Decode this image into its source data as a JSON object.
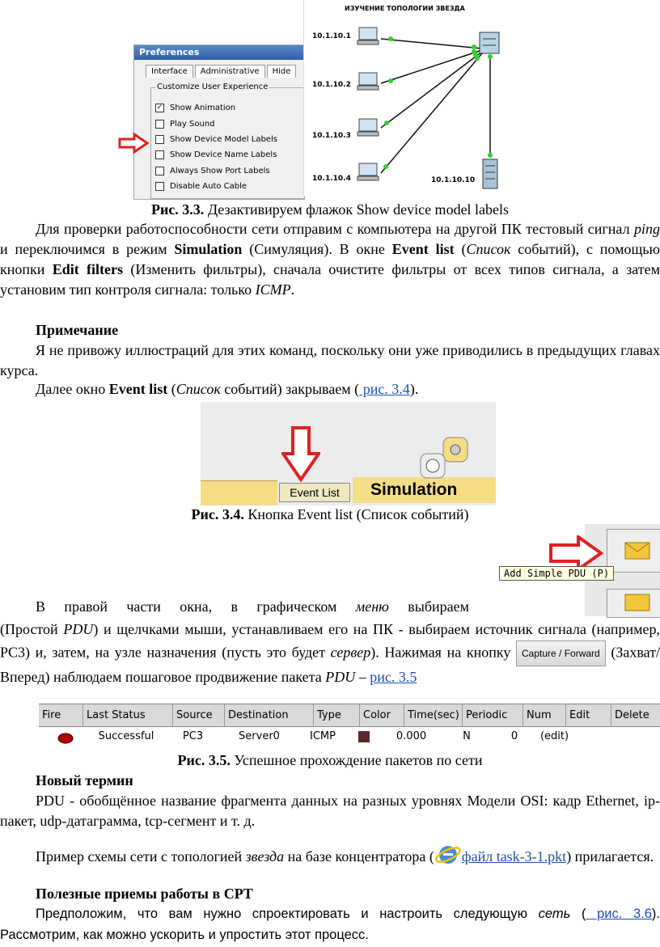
{
  "prefs": {
    "title": "Preferences",
    "tabs": [
      "Interface",
      "Administrative",
      "Hide"
    ],
    "group_label": "Customize User Experience",
    "options": [
      {
        "label": "Show Animation",
        "checked": true
      },
      {
        "label": "Play Sound",
        "checked": false
      },
      {
        "label": "Show Device Model Labels",
        "checked": false
      },
      {
        "label": "Show Device Name Labels",
        "checked": false
      },
      {
        "label": "Always Show Port Labels",
        "checked": false
      },
      {
        "label": "Disable Auto Cable",
        "checked": false
      }
    ]
  },
  "topology": {
    "title": "ИЗУЧЕНИЕ ТОПОЛОГИИ ЗВЕЗДА",
    "ips": [
      "10.1.10.1",
      "10.1.10.2",
      "10.1.10.3",
      "10.1.10.4",
      "10.1.10.10"
    ]
  },
  "fig33": {
    "num": "Рис. 3.3.",
    "text": " Дезактивируем флажок Show device model labels"
  },
  "p1": {
    "a": "Для проверки работоспособности сети отправим с компьютера на другой ПК тестовый сигнал ",
    "ping": "ping",
    "b": " и переключимся в режим ",
    "simulation": "Simulation",
    "c": " (Симуляция). В окне ",
    "eventlist": "Event list",
    "d": " (",
    "spisok": "Список",
    "e": " событий), с помощью кнопки ",
    "editfilters": "Edit filters",
    "f": " (Изменить фильтры), сначала очистите фильтры от всех типов сигнала, а затем установим тип контроля сигнала: только ",
    "icmp": "ICMP",
    "g": "."
  },
  "note_title": "Примечание",
  "note_text": "Я не привожу иллюстраций для этих команд, поскольку они уже приводились в предыдущих главах курса.",
  "p2": {
    "a": "Далее окно ",
    "eventlist": "Event list",
    "b": " (",
    "spisok": "Список",
    "c": " событий) закрываем (",
    "link": " рис. 3.4",
    "d": ")."
  },
  "evimg": {
    "button": "Event List",
    "mode": "Simulation"
  },
  "fig34": {
    "num": "Рис. 3.4.",
    "text": " Кнопка Event list (Список событий)"
  },
  "pdu_tooltip": "Add Simple PDU (P)",
  "p3": {
    "a": "В правой части окна, в графическом ",
    "menu": "меню",
    "b": " выбираем",
    "c": "(Простой ",
    "pdu": "PDU",
    "d": ") и щелчками мыши, устанавливаем его на ПК - выбираем источник сигнала (например, PC3) и, затем, на узле назначения (пусть это будет ",
    "server": "сервер",
    "e": "). Нажимая на кнопку ",
    "capture": "Capture / Forward",
    "f": " (Захват/Вперед) наблюдаем пошаговое продвижение пакета ",
    "pdu2": "PDU",
    "g": " – ",
    "link": "рис. 3.5"
  },
  "table": {
    "headers": [
      "Fire",
      "Last Status",
      "Source",
      "Destination",
      "Type",
      "Color",
      "Time(sec)",
      "Periodic",
      "Num",
      "Edit",
      "Delete"
    ],
    "row": {
      "status": "Successful",
      "source": "PC3",
      "dest": "Server0",
      "type": "ICMP",
      "color": "#5a2a2a",
      "time": "0.000",
      "periodic": "N",
      "num": "0",
      "edit": "(edit)"
    }
  },
  "fig35": {
    "num": "Рис. 3.5.",
    "text": " Успешное прохождение пакетов по сети"
  },
  "newterm_title": "Новый термин",
  "newterm_text": "PDU - обобщённое название фрагмента данных на разных уровнях Модели OSI: кадр Ethernet, ip-пакет, udp-датаграмма, tcp-сегмент и т. д.",
  "p4": {
    "a": "Пример схемы сети с топологией ",
    "zvezda": "звезда",
    "b": " на базе концентратора (",
    "link": "файл task-3-1.pkt",
    "c": ") прилагается."
  },
  "tips_title": "Полезные приемы работы в CPT",
  "p5": {
    "a": "Предположим, что вам нужно спроектировать и настроить следующую ",
    "set": "сеть",
    "b": " (",
    "link": " рис. 3.6",
    "c": "). Рассмотрим, как можно ускорить и упростить этот процесс."
  }
}
